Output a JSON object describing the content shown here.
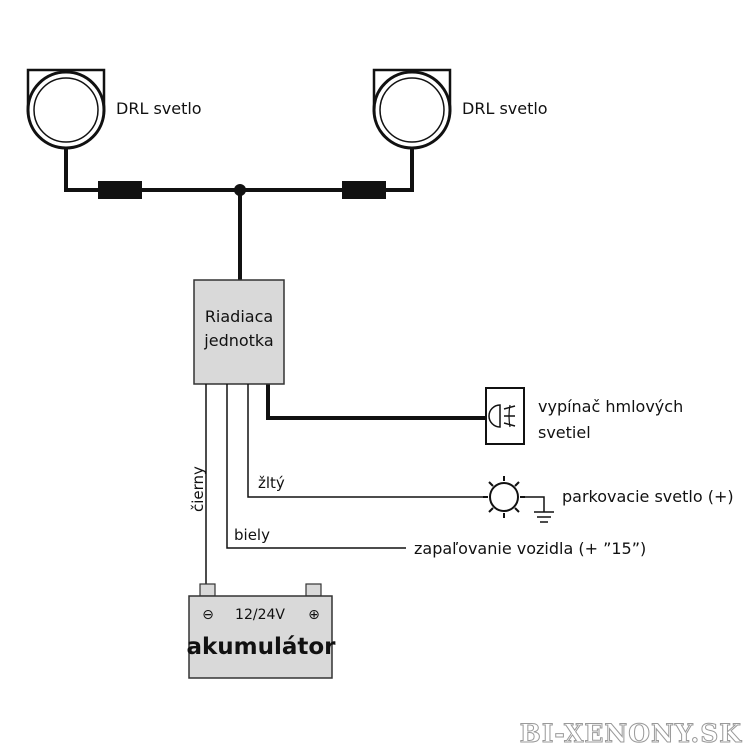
{
  "lamp_left": {
    "label": "DRL svetlo"
  },
  "lamp_right": {
    "label": "DRL svetlo"
  },
  "control_unit": {
    "line1": "Riadiaca",
    "line2": "jednotka"
  },
  "fog_switch": {
    "line1": "vypínač hmlových",
    "line2": "svetiel"
  },
  "parking_light": {
    "label": "parkovacie svetlo (+)"
  },
  "ignition": {
    "label": "zapaľovanie vozidla (+ ”15”)"
  },
  "wires": {
    "black": "čierny",
    "white": "biely",
    "yellow": "žltý"
  },
  "battery": {
    "minus": "⊖",
    "voltage": "12/24V",
    "plus": "⊕",
    "name": "akumulátor"
  },
  "watermark": {
    "text": "BI-XENONY.SK"
  },
  "colors": {
    "line": "#111111",
    "box_fill": "#d9d9d9",
    "box_stroke": "#333333",
    "watermark_stroke": "#9a9a9a"
  }
}
